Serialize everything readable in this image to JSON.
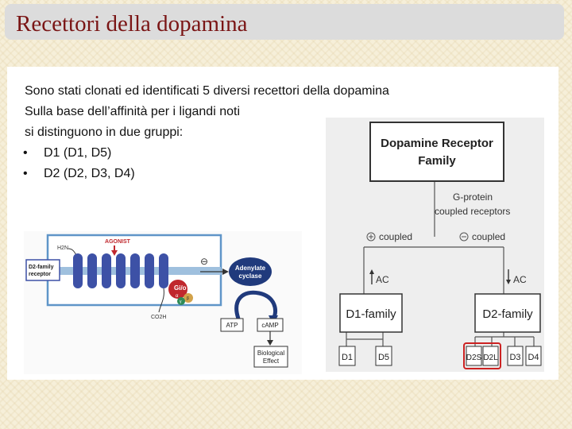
{
  "slide": {
    "title": "Recettori della dopamina",
    "intro_lines": [
      "Sono stati clonati ed identificati 5 diversi recettori della dopamina",
      "Sulla base dell’affinità per i ligandi noti",
      "si distinguono in due gruppi:"
    ],
    "bullets": [
      "D1 (D1, D5)",
      "D2 (D2, D3, D4)"
    ],
    "bullet_symbol": "•"
  },
  "family_tree": {
    "root": "Dopamine Receptor Family",
    "root_line1": "Dopamine Receptor",
    "root_line2": "Family",
    "gprotein_line1": "G-protein",
    "gprotein_line2": "coupled receptors",
    "left_coupled": "coupled",
    "right_coupled": "coupled",
    "left_ac": "AC",
    "right_ac": "AC",
    "d1_family": "D1-family",
    "d2_family": "D2-family",
    "leaves": [
      "D1",
      "D5",
      "D2S",
      "D2L",
      "D3",
      "D4"
    ],
    "highlight_color": "#cc2222"
  },
  "signal_diagram": {
    "agonist": "AGONIST",
    "h2n": "H2N",
    "co2h": "CO2H",
    "receptor_label_line1": "D2-family",
    "receptor_label_line2": "receptor",
    "g_protein": "Gi/o",
    "alpha": "α",
    "beta": "β",
    "gamma": "γ",
    "minus": "⊖",
    "enzyme_line1": "Adenylate",
    "enzyme_line2": "cyclase",
    "atp": "ATP",
    "camp": "cAMP",
    "effect_line1": "Biological",
    "effect_line2": "Effect",
    "colors": {
      "membrane": "#5f95c8",
      "helix": "#3d51a6",
      "enzyme": "#203a7c",
      "g_protein": "#c0272d"
    }
  }
}
